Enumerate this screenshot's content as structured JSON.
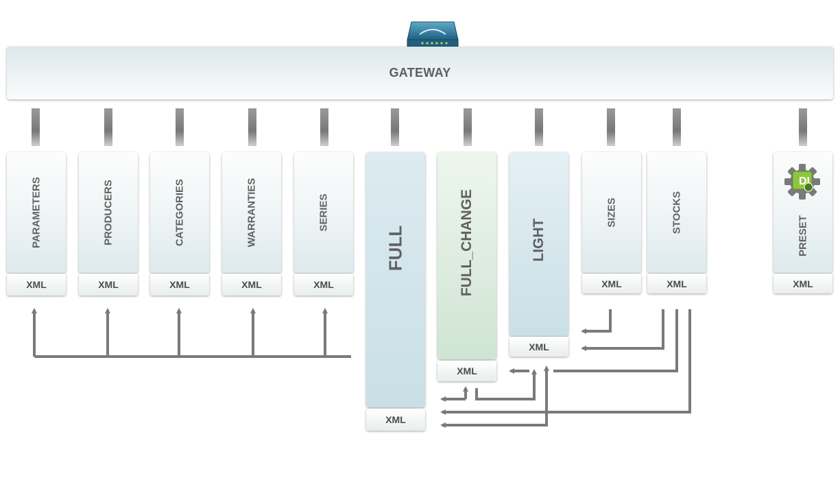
{
  "gateway": {
    "label": "GATEWAY"
  },
  "xml_label": "XML",
  "columns": [
    {
      "id": "parameters",
      "label": "PARAMETERS"
    },
    {
      "id": "producers",
      "label": "PRODUCERS"
    },
    {
      "id": "categories",
      "label": "CATEGORIES"
    },
    {
      "id": "warranties",
      "label": "WARRANTIES"
    },
    {
      "id": "series",
      "label": "SERIES"
    },
    {
      "id": "full",
      "label": "FULL"
    },
    {
      "id": "full_change",
      "label": "FULL_CHANGE"
    },
    {
      "id": "light",
      "label": "LIGHT"
    },
    {
      "id": "sizes",
      "label": "SIZES"
    },
    {
      "id": "stocks",
      "label": "STOCKS"
    },
    {
      "id": "preset",
      "label": "PRESET"
    }
  ],
  "preset_icon": {
    "name": "gear-icon",
    "text": "DI"
  },
  "colors": {
    "arrow": "#7a7a7a",
    "connector": "#888888",
    "title": "#5e5e5e"
  }
}
